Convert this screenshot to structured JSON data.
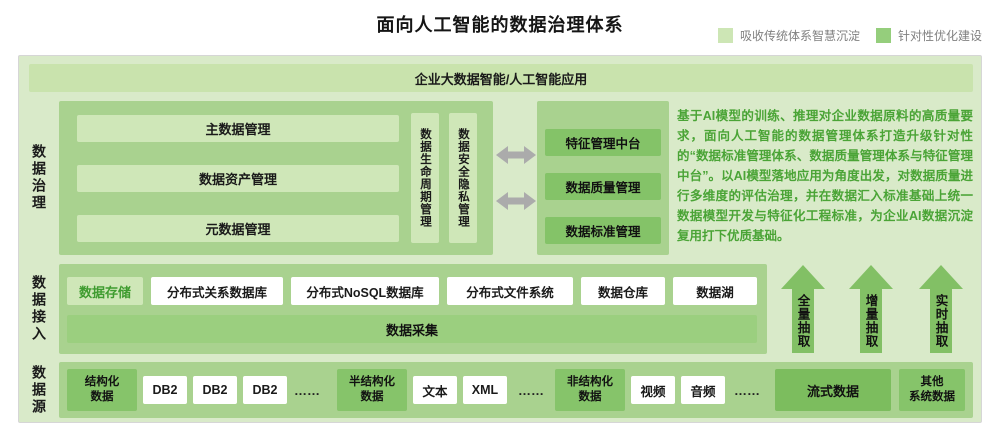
{
  "title": "面向人工智能的数据治理体系",
  "legend": {
    "traditional": {
      "label": "吸收传统体系智慧沉淀",
      "color": "#cde6b5"
    },
    "optimized": {
      "label": "针对性优化建设",
      "color": "#95ce7c"
    }
  },
  "colors": {
    "container_bg": "#d9eac9",
    "panel_bg": "#a9d28f",
    "light_box": "#cfe7b8",
    "dark_box": "#84c368",
    "collection_bar": "#9bcf7f",
    "arrow_green": "#82c065",
    "arrow_gray": "#ababab",
    "description_text": "#4aa436"
  },
  "app_layer": {
    "label": "企业大数据智能/人工智能应用"
  },
  "governance": {
    "section_label": "数据治理",
    "traditional_boxes": [
      "主数据管理",
      "数据资产管理",
      "元数据管理"
    ],
    "vertical_boxes": [
      "数据生命周期管理",
      "数据安全隐私管理"
    ],
    "optimized_boxes": [
      "特征管理中台",
      "数据质量管理",
      "数据标准管理"
    ],
    "description": "基于AI模型的训练、推理对企业数据原料的高质量要求，面向人工智能的数据管理体系打造升级针对性的“数据标准管理体系、数据质量管理体系与特征管理中台”。以AI模型落地应用为角度出发，对数据质量进行多维度的评估治理，并在数据汇入标准基础上统一数据模型开发与特征化工程标准，为企业AI数据沉淀复用打下优质基础。"
  },
  "access": {
    "section_label": "数据接入",
    "storage_label": "数据存储",
    "storage_items": [
      "分布式关系数据库",
      "分布式NoSQL数据库",
      "分布式文件系统",
      "数据仓库",
      "数据湖"
    ],
    "collection_label": "数据采集",
    "extraction_arrows": [
      "全量抽取",
      "增量抽取",
      "实时抽取"
    ]
  },
  "source": {
    "section_label": "数据源",
    "structured_label": "结构化\n数据",
    "structured_items": [
      "DB2",
      "DB2",
      "DB2"
    ],
    "semi_structured_label": "半结构化\n数据",
    "semi_structured_items": [
      "文本",
      "XML"
    ],
    "unstructured_label": "非结构化\n数据",
    "unstructured_items": [
      "视频",
      "音频"
    ],
    "ellipsis": "……",
    "stream_label": "流式数据",
    "other_label": "其他\n系统数据"
  }
}
